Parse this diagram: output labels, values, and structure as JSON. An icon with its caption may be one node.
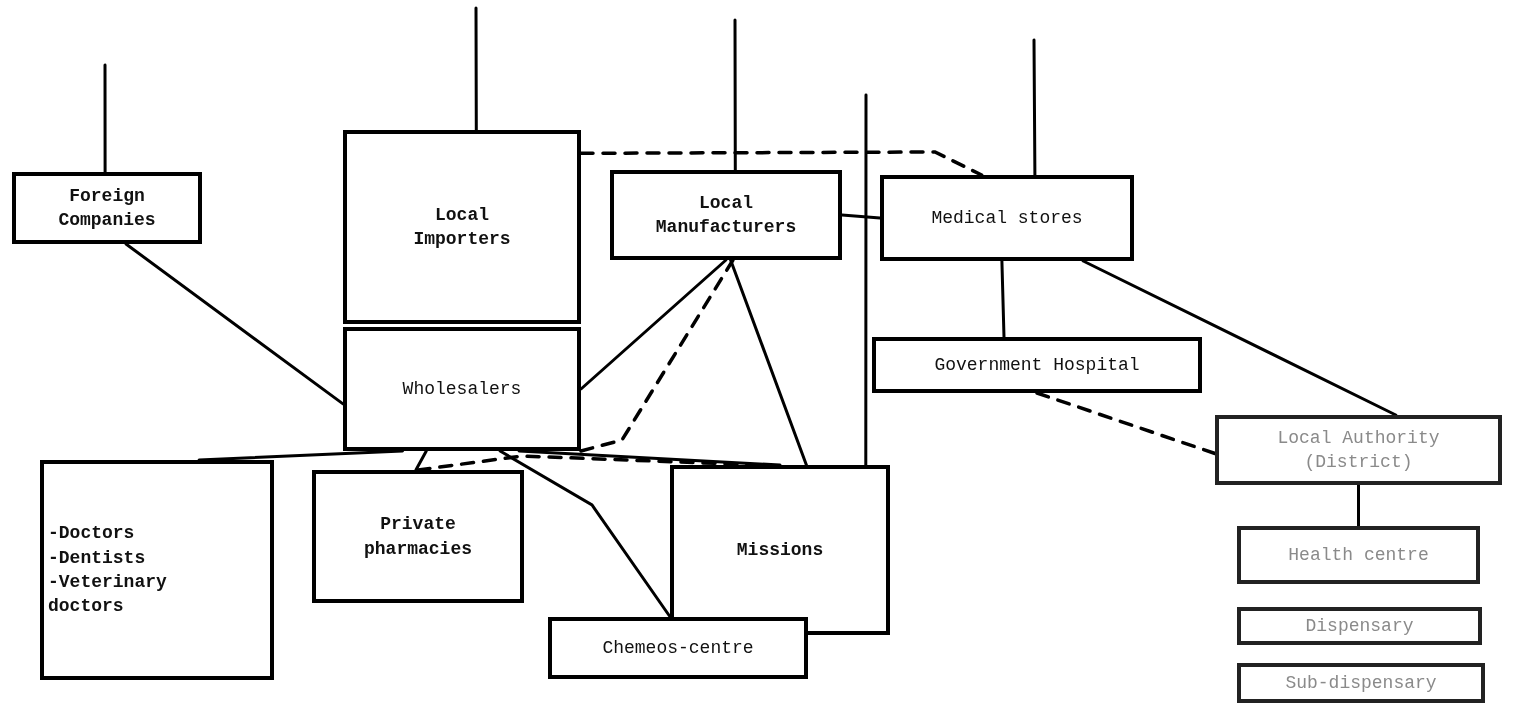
{
  "diagram": {
    "nodes": [
      {
        "text": [
          "Foreign Companies"
        ]
      },
      {
        "text": [
          "Local Importers"
        ]
      },
      {
        "text": [
          "Wholesalers"
        ]
      },
      {
        "text": [
          "Local Manufacturers"
        ]
      },
      {
        "text": [
          "Medical stores"
        ]
      },
      {
        "text": [
          "Government Hospital"
        ]
      },
      {
        "text": [
          "Local Authority (District)"
        ]
      },
      {
        "text": [
          "Health centre"
        ]
      },
      {
        "text": [
          "Dispensary"
        ]
      },
      {
        "text": [
          "Sub-dispensary"
        ]
      },
      {
        "text": [
          "-Doctors",
          "-Dentists",
          "-Veterinary doctors"
        ]
      },
      {
        "text": [
          "Private pharmacies"
        ]
      },
      {
        "text": [
          "Missions"
        ]
      },
      {
        "text": [
          "Chemeos-centre"
        ]
      }
    ],
    "edges": [
      {
        "from": null,
        "to": 0,
        "arrow": "none"
      },
      {
        "from": null,
        "to": 1,
        "arrow": "none"
      },
      {
        "from": null,
        "to": 3,
        "arrow": "none"
      },
      {
        "from": null,
        "to": 4,
        "arrow": "none"
      },
      {
        "from": null,
        "to": 12,
        "arrow": "none"
      },
      {
        "from": 0,
        "to": 2,
        "arrow": "none"
      },
      {
        "from": 2,
        "to": 3,
        "arrow": "none"
      },
      {
        "from": 2,
        "to": 3,
        "arrow": "none",
        "style": "dashed"
      },
      {
        "from": 3,
        "to": 12,
        "arrow": "none"
      },
      {
        "from": 1,
        "to": 4,
        "arrow": "none",
        "style": "dashed"
      },
      {
        "from": 3,
        "to": 4,
        "arrow": "none"
      },
      {
        "from": 4,
        "to": 5,
        "arrow": "none"
      },
      {
        "from": 4,
        "to": 6,
        "arrow": "none"
      },
      {
        "from": 5,
        "to": 6,
        "arrow": "none",
        "style": "dashed"
      },
      {
        "from": 6,
        "to": 7,
        "arrow": "none"
      },
      {
        "from": 2,
        "to": 10,
        "arrow": "none"
      },
      {
        "from": 2,
        "to": 11,
        "arrow": "none"
      },
      {
        "from": 2,
        "to": 13,
        "arrow": "none"
      },
      {
        "from": 2,
        "to": 12,
        "arrow": "none"
      },
      {
        "from": 11,
        "to": 12,
        "arrow": "none",
        "style": "dashed"
      }
    ]
  }
}
